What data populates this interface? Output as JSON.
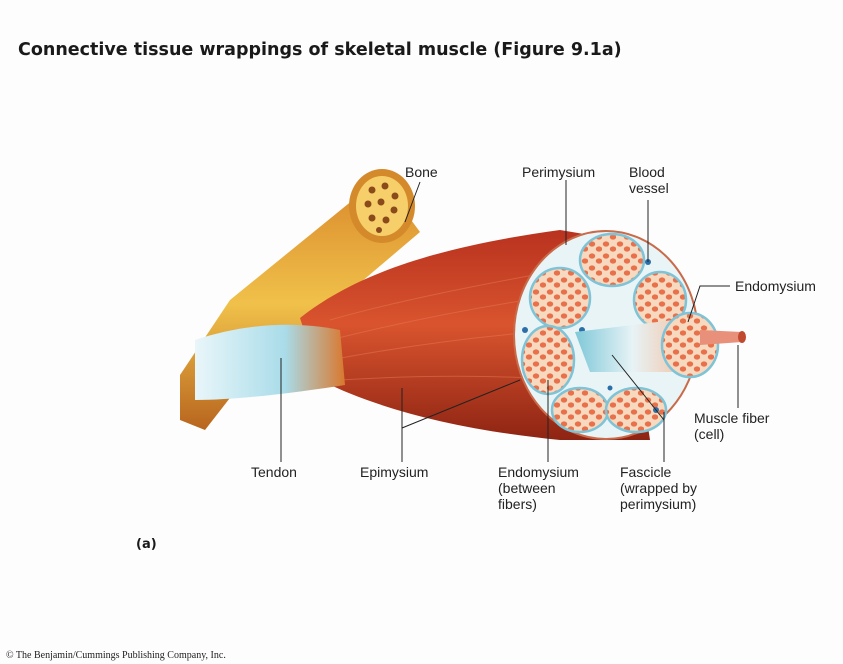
{
  "title": "Connective tissue wrappings of skeletal muscle (Figure 9.1a)",
  "panel_label": "(a)",
  "copyright": "© The Benjamin/Cummings Publishing Company, Inc.",
  "labels": {
    "bone": "Bone",
    "perimysium": "Perimysium",
    "blood_vessel_1": "Blood",
    "blood_vessel_2": "vessel",
    "endomysium": "Endomysium",
    "muscle_fiber_1": "Muscle fiber",
    "muscle_fiber_2": "(cell)",
    "tendon": "Tendon",
    "epimysium": "Epimysium",
    "endo_between_1": "Endomysium",
    "endo_between_2": "(between",
    "endo_between_3": "fibers)",
    "fascicle_1": "Fascicle",
    "fascicle_2": "(wrapped by",
    "fascicle_3": "perimysium)"
  },
  "colors": {
    "muscle": "#c0392b",
    "bone": "#e0a030",
    "tendon": "#9fd8e8",
    "fascicle_fill": "#f4c9a8",
    "fiber": "#e8704a",
    "connective": "#bfe3ee"
  }
}
